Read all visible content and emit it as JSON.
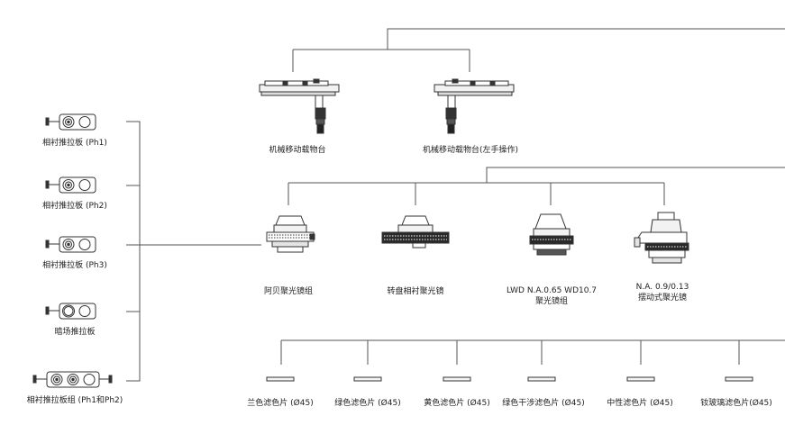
{
  "colors": {
    "line": "#555555",
    "text": "#222222",
    "metal_dark": "#2a2a2a",
    "metal_light": "#f2f2f2"
  },
  "sliders": [
    {
      "label": "相衬推拉板 (Ph1)",
      "icon": "phase-slider-icon"
    },
    {
      "label": "相衬推拉板 (Ph2)",
      "icon": "phase-slider-icon"
    },
    {
      "label": "相衬推拉板 (Ph3)",
      "icon": "phase-slider-icon"
    },
    {
      "label": "暗场推拉板",
      "icon": "darkfield-slider-icon"
    },
    {
      "label": "相衬推拉板组 (Ph1和Ph2)",
      "icon": "phase-slider-set-icon"
    }
  ],
  "stages": [
    {
      "label": "机械移动载物台",
      "icon": "mechanical-stage-icon"
    },
    {
      "label": "机械移动载物台(左手操作)",
      "icon": "mechanical-stage-left-icon"
    }
  ],
  "condensers": [
    {
      "label": "阿贝聚光镜组",
      "icon": "abbe-condenser-icon"
    },
    {
      "label": "转盘相衬聚光镜",
      "icon": "turret-phase-condenser-icon"
    },
    {
      "label_line1": "LWD N.A.0.65 WD10.7",
      "label_line2": "聚光镜组",
      "icon": "lwd-condenser-icon"
    },
    {
      "label_line1": "N.A. 0.9/0.13",
      "label_line2": "摆动式聚光镜",
      "icon": "swing-out-condenser-icon"
    }
  ],
  "filters": [
    {
      "label": "兰色滤色片 (Ø45)"
    },
    {
      "label": "绿色滤色片 (Ø45)"
    },
    {
      "label": "黄色滤色片 (Ø45)"
    },
    {
      "label": "绿色干涉滤色片 (Ø45)"
    },
    {
      "label": "中性滤色片 (Ø45)"
    },
    {
      "label": "钕玻璃滤色片(Ø45)"
    }
  ]
}
